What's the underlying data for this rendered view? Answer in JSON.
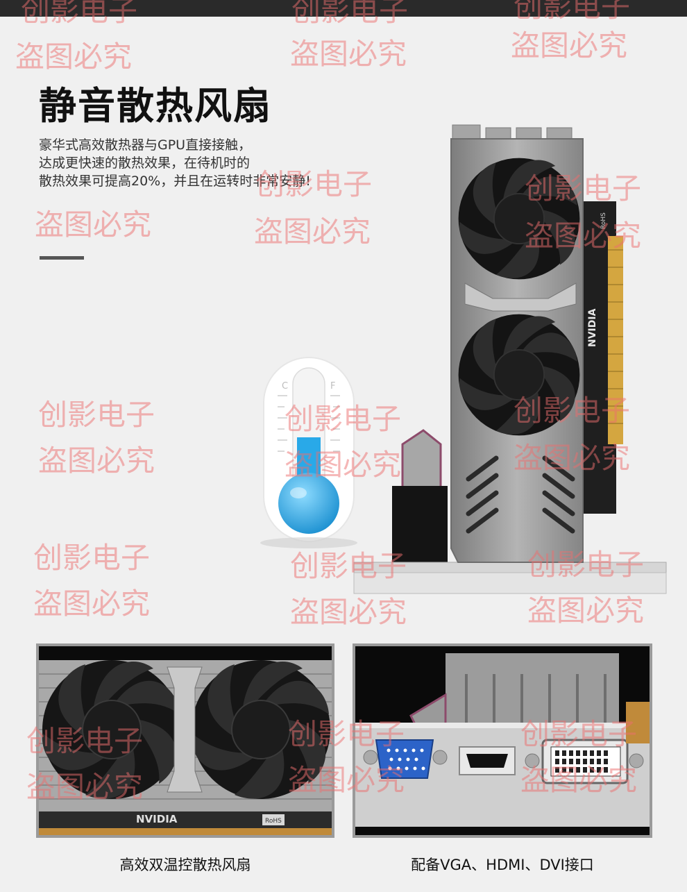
{
  "section": {
    "title": "静音散热风扇",
    "description_lines": [
      "豪华式高效散热器与GPU直接接触，",
      "达成更快速的散热效果，在待机时的",
      "散热效果可提高20%，并且在运转时非常安静!"
    ]
  },
  "thermometer": {
    "left_scale": "C",
    "right_scale": "F"
  },
  "hero_card": {
    "brand_label": "NVIDIA",
    "compliance_label": "RoHS"
  },
  "thumbnails": [
    {
      "caption": "高效双温控散热风扇",
      "brand_label": "NVIDIA",
      "compliance_label": "RoHS"
    },
    {
      "caption": "配备VGA、HDMI、DVI接口"
    }
  ],
  "watermarks": [
    "创影电子",
    "创影电子",
    "创影电子",
    "盗图必究",
    "盗图必究",
    "盗图必究",
    "创影电子",
    "盗图必究",
    "盗图必究",
    "创影电子",
    "盗图必究",
    "创影电子",
    "盗图必究",
    "创影电子",
    "盗图必究",
    "创影电子",
    "盗图必究",
    "创影电子",
    "盗图必究",
    "创影电子",
    "盗图必究",
    "创影电子",
    "盗图必究",
    "创影电子",
    "盗图必究",
    "创影电子",
    "盗图必究",
    "创影电子",
    "盗图必究"
  ],
  "colors": {
    "background": "#f0f0f0",
    "heatsink": "#9b9b9b",
    "fan": "#1c1c1c",
    "pcb": "#2a2a2a",
    "gold_contacts": "#d4a640",
    "thermo_liquid": "#29a9e8",
    "watermark": "#eb6e6e"
  }
}
